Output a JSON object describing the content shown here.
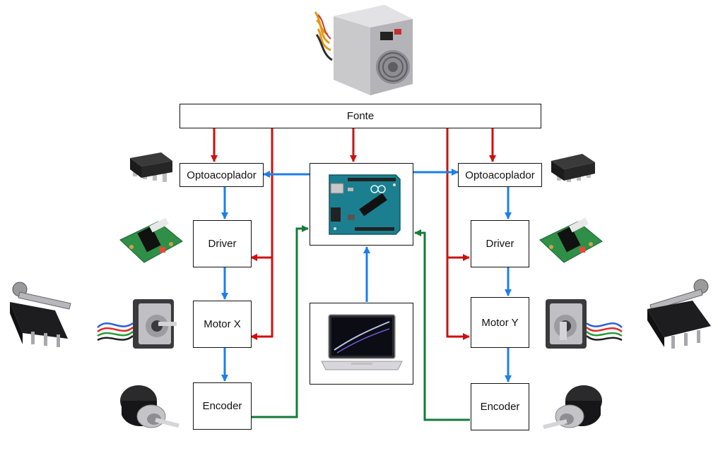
{
  "blocks": {
    "fonte": "Fonte",
    "opto_left": "Optoacoplador",
    "opto_right": "Optoacoplador",
    "driver_left": "Driver",
    "driver_right": "Driver",
    "motor_x": "Motor X",
    "motor_y": "Motor Y",
    "encoder_left": "Encoder",
    "encoder_right": "Encoder"
  },
  "wire_colors": {
    "power": "#cc1111",
    "signal": "#1e7fe6",
    "feedback": "#157a3a"
  },
  "icons": [
    "power-supply-icon",
    "arduino-board-icon",
    "laptop-icon",
    "optocoupler-chip-icon",
    "stepper-driver-board-icon",
    "stepper-motor-icon",
    "limit-switch-icon",
    "rotary-encoder-icon"
  ]
}
